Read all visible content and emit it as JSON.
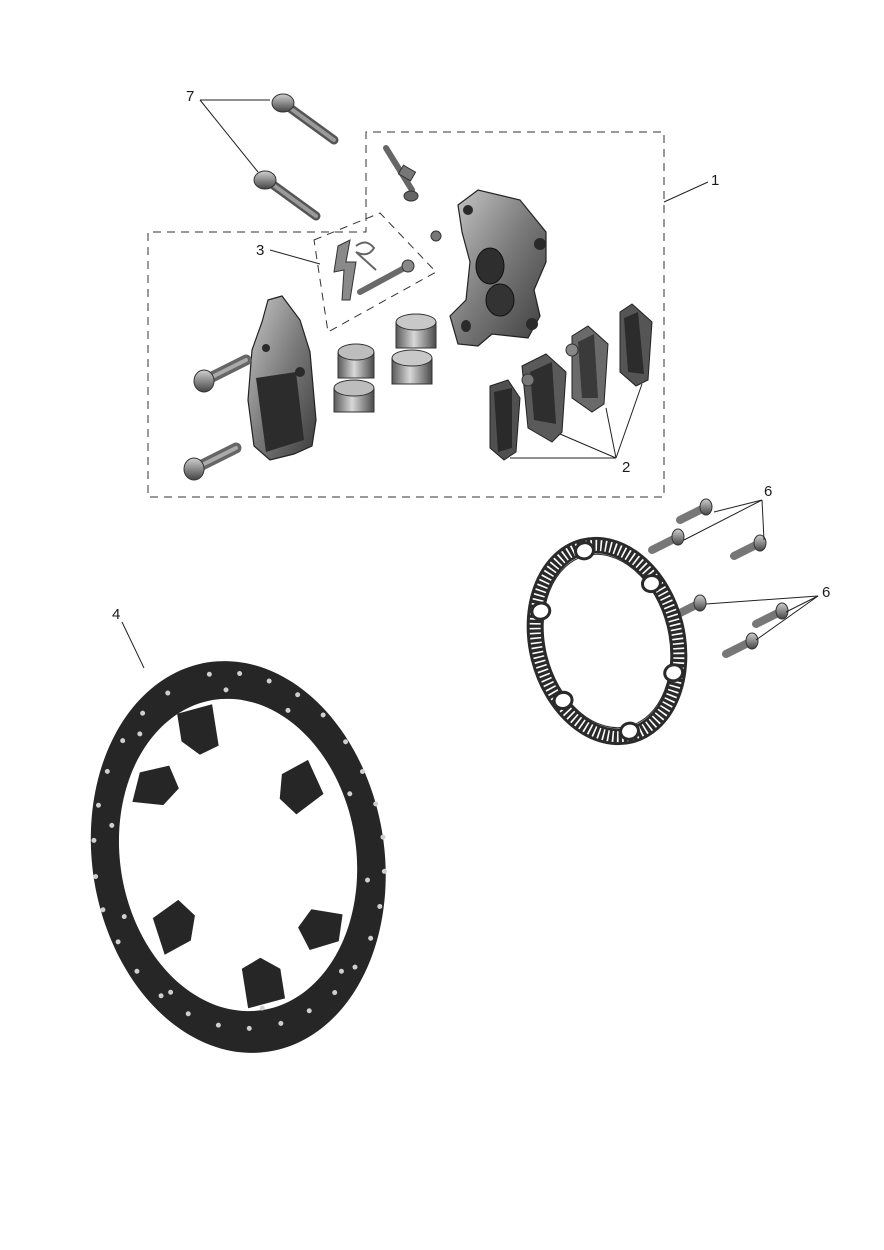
{
  "callouts": {
    "c1": "1",
    "c2": "2",
    "c3": "3",
    "c4": "4",
    "c6a": "6",
    "c6b": "6",
    "c7": "7"
  },
  "parts": [
    {
      "callout": "1",
      "depicts": "brake-caliper-assembly"
    },
    {
      "callout": "2",
      "depicts": "brake-pads"
    },
    {
      "callout": "3",
      "depicts": "pad-retaining-pin-and-clip-kit"
    },
    {
      "callout": "4",
      "depicts": "brake-disc"
    },
    {
      "callout": "6",
      "depicts": "disc-bolts"
    },
    {
      "callout": "7",
      "depicts": "caliper-mounting-bolts"
    }
  ],
  "colors": {
    "metal_dark": "#3a3a3a",
    "metal_mid": "#6e6e6e",
    "metal_light": "#a8a8a8",
    "disc": "#262626",
    "line": "#222222"
  }
}
